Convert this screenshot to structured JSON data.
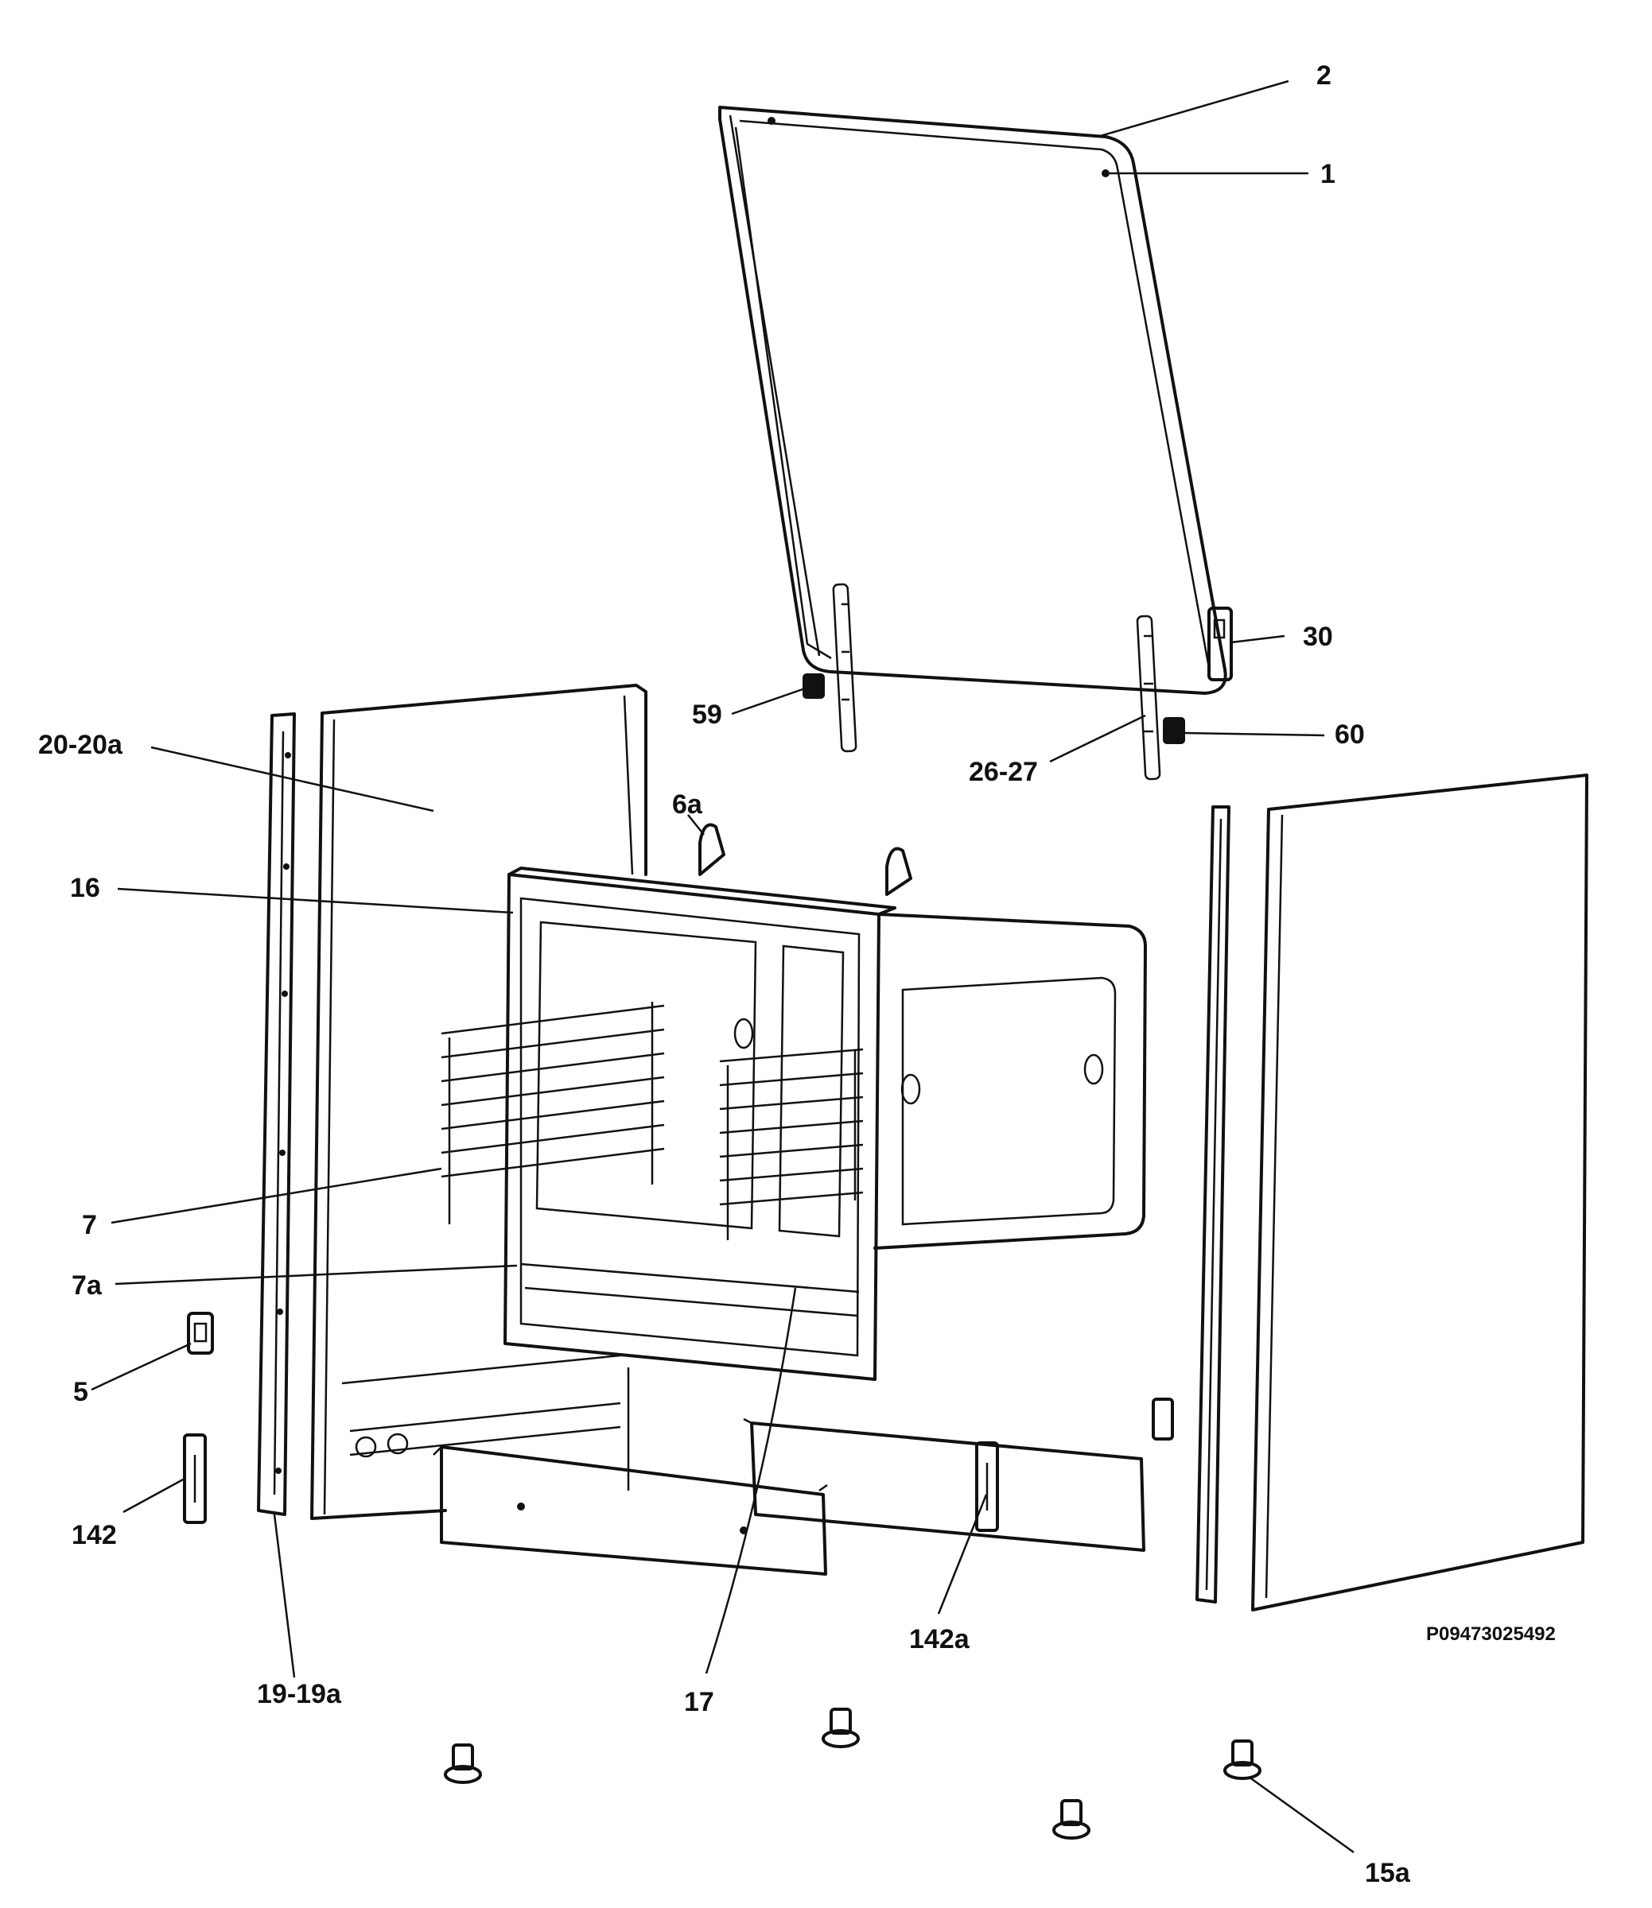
{
  "labels": {
    "l1": "1",
    "l2": "2",
    "l30": "30",
    "l59": "59",
    "l60": "60",
    "l26_27": "26-27",
    "l20_20a": "20-20a",
    "l6a": "6a",
    "l16": "16",
    "l7": "7",
    "l7a": "7a",
    "l5": "5",
    "l142": "142",
    "l19_19a": "19-19a",
    "l17": "17",
    "l142a": "142a",
    "l15a": "15a"
  },
  "drawing_code": "P09473025492"
}
